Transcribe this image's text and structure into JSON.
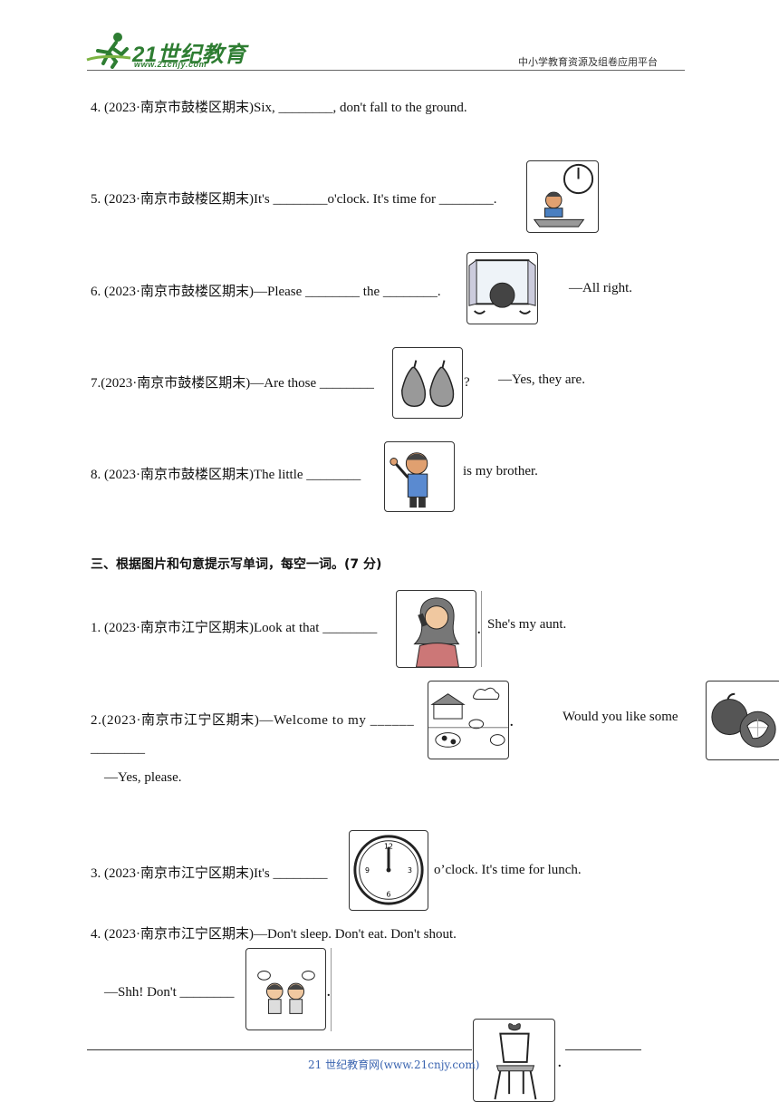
{
  "header": {
    "logo_text": "21世纪教育",
    "logo_sub": "www.21cnjy.com",
    "right_text": "中小学教育资源及组卷应用平台"
  },
  "section2_items": [
    {
      "text": "4. (2023·南京市鼓楼区期末)Six, ________, don't fall to the ground."
    },
    {
      "text": "5. (2023·南京市鼓楼区期末)It's ________o'clock. It's time for ________.",
      "picture": "clock-and-boy-at-desk"
    },
    {
      "text": "6. (2023·南京市鼓楼区期末)—Please ________ the ________.",
      "picture": "girl-opening-window",
      "reply": "—All right."
    },
    {
      "text": "7.(2023·南京市鼓楼区期末)—Are those ________",
      "picture": "two-pears",
      "suffix": "?",
      "reply": "—Yes, they are."
    },
    {
      "text": "8. (2023·南京市鼓楼区期末)The little ________",
      "picture": "waving-boy",
      "suffix": "is my brother."
    }
  ],
  "section3": {
    "title": "三、根据图片和句意提示写单词，每空一词。(7 分)",
    "items": [
      {
        "text": "1. (2023·南京市江宁区期末)Look at that ________",
        "picture": "woman-on-phone",
        "suffix": "She's my aunt."
      },
      {
        "text": "2.(2023·南京市江宁区期末)—Welcome to my ______",
        "picture": "farm",
        "middle": "Would you like some",
        "picture2": "mangosteens",
        "blank_line": "________",
        "reply": "—Yes, please."
      },
      {
        "text": "3. (2023·南京市江宁区期末)It's ________",
        "picture": "clock-twelve",
        "suffix": "o’clock. It's time for lunch."
      },
      {
        "text": "4. (2023·南京市江宁区期末)—Don't sleep. Don't eat. Don't shout.",
        "reply_prefix": "—Shh! Don't ________",
        "picture": "two-kids-talking",
        "picture2": "chair"
      }
    ]
  },
  "footer": {
    "text": "21 世纪教育网(www.21cnjy.com)"
  }
}
